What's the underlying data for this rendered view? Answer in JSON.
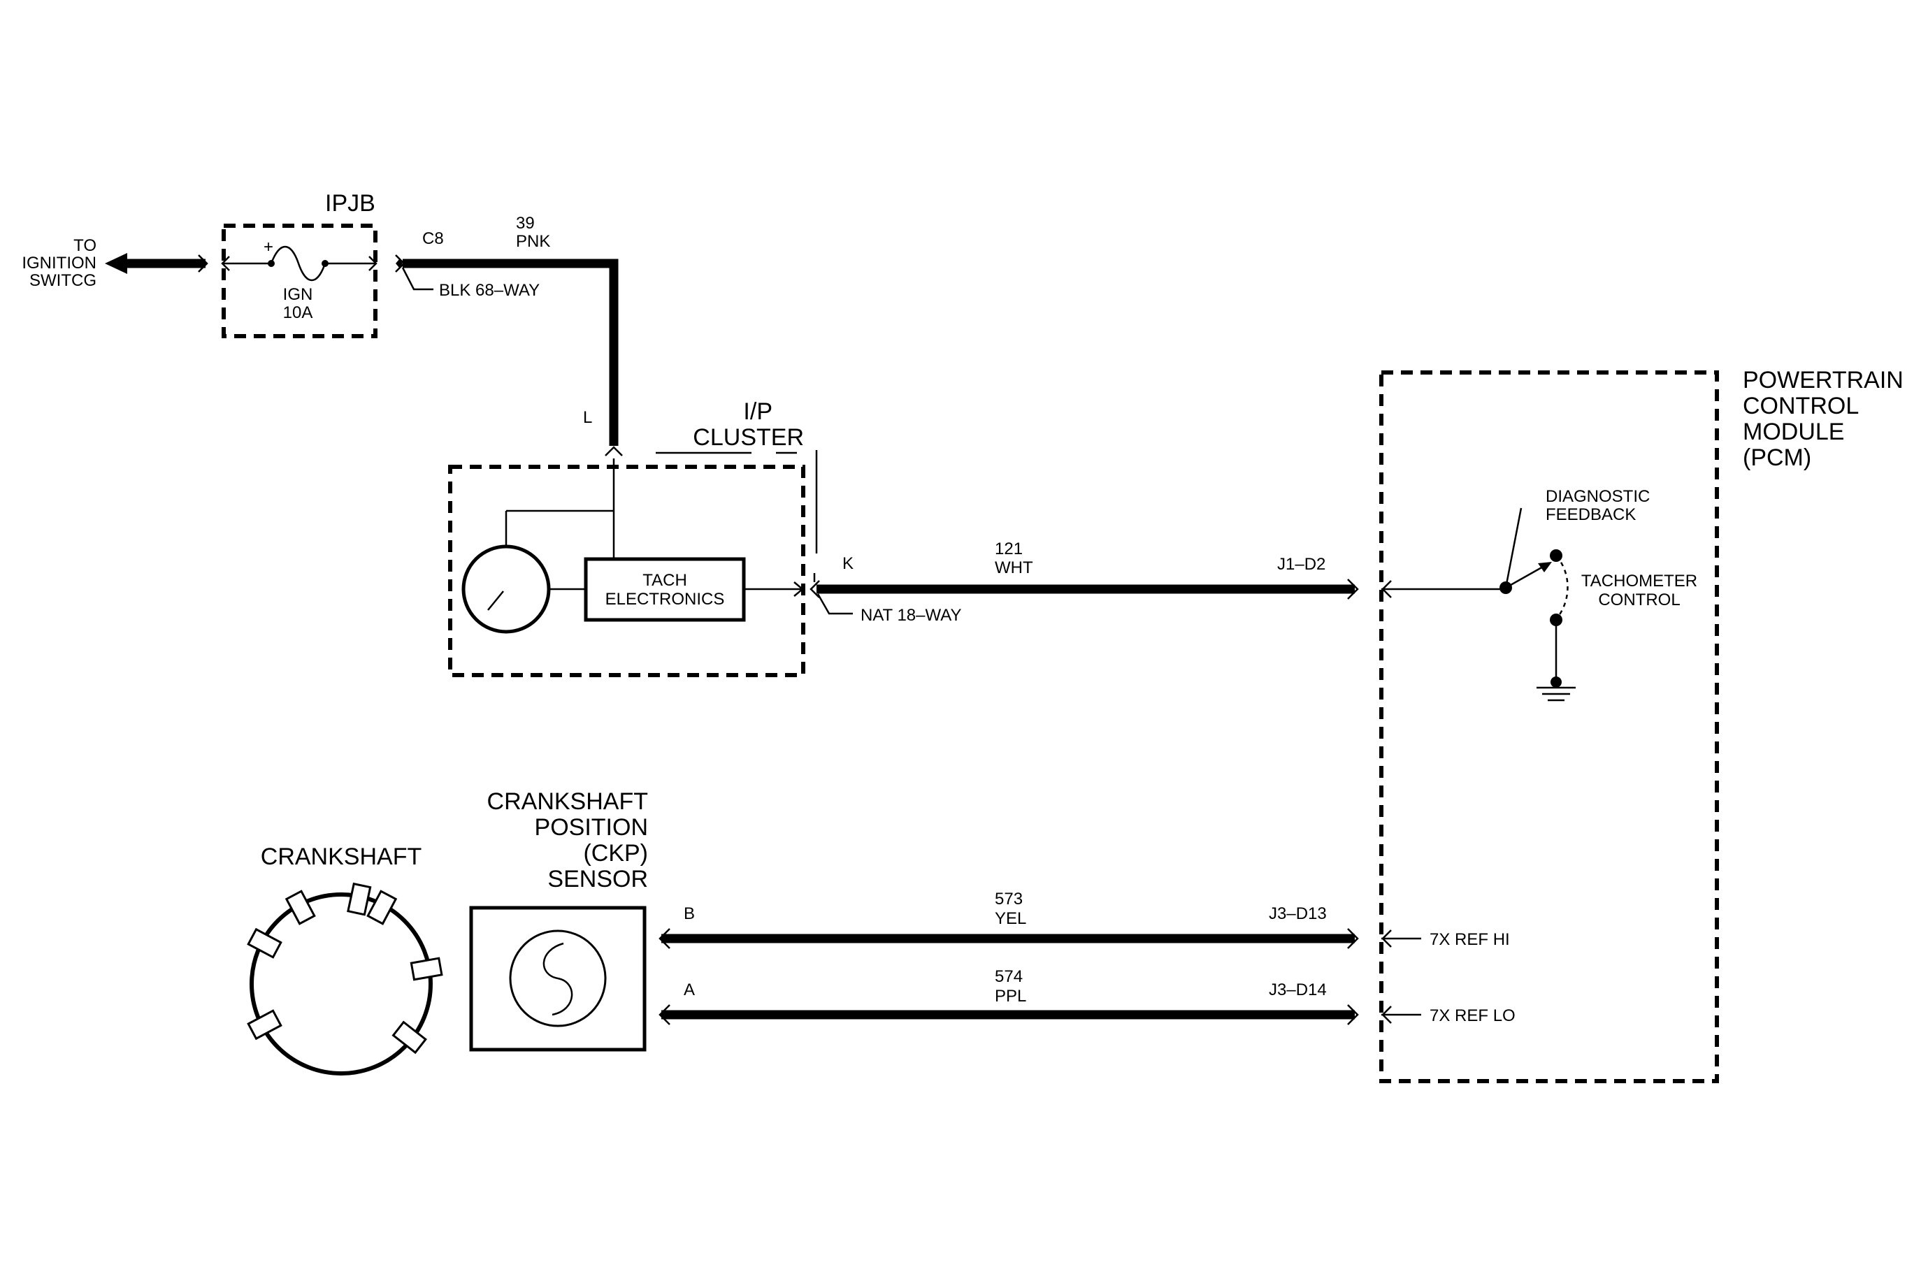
{
  "ignition": {
    "line1": "TO",
    "line2": "IGNITION",
    "line3": "SWITCG"
  },
  "ipjb": {
    "title": "IPJB",
    "fuse_name": "IGN",
    "fuse_rating": "10A",
    "plus": "+",
    "connector_pin": "C8",
    "connector_desc": "BLK  68–WAY"
  },
  "wire_39": {
    "number": "39",
    "color": "PNK"
  },
  "cluster": {
    "title_line1": "I/P",
    "title_line2": "CLUSTER",
    "pin_l": "L",
    "pin_k": "K",
    "tach_line1": "TACH",
    "tach_line2": "ELECTRONICS",
    "connector_desc": "NAT  18–WAY"
  },
  "wire_121": {
    "number": "121",
    "color": "WHT",
    "pcm_pin": "J1–D2"
  },
  "pcm": {
    "line1": "POWERTRAIN",
    "line2": "CONTROL",
    "line3": "MODULE",
    "line4": "(PCM)",
    "diag_line1": "DIAGNOSTIC",
    "diag_line2": "FEEDBACK",
    "tach_line1": "TACHOMETER",
    "tach_line2": "CONTROL"
  },
  "crankshaft": {
    "label": "CRANKSHAFT"
  },
  "ckp": {
    "line1": "CRANKSHAFT",
    "line2": "POSITION",
    "line3": "(CKP)",
    "line4": "SENSOR"
  },
  "wire_573": {
    "sensor_pin": "B",
    "number": "573",
    "color": "YEL",
    "pcm_pin": "J3–D13",
    "signal": "7X REF HI"
  },
  "wire_574": {
    "sensor_pin": "A",
    "number": "574",
    "color": "PPL",
    "pcm_pin": "J3–D14",
    "signal": "7X REF LO"
  }
}
